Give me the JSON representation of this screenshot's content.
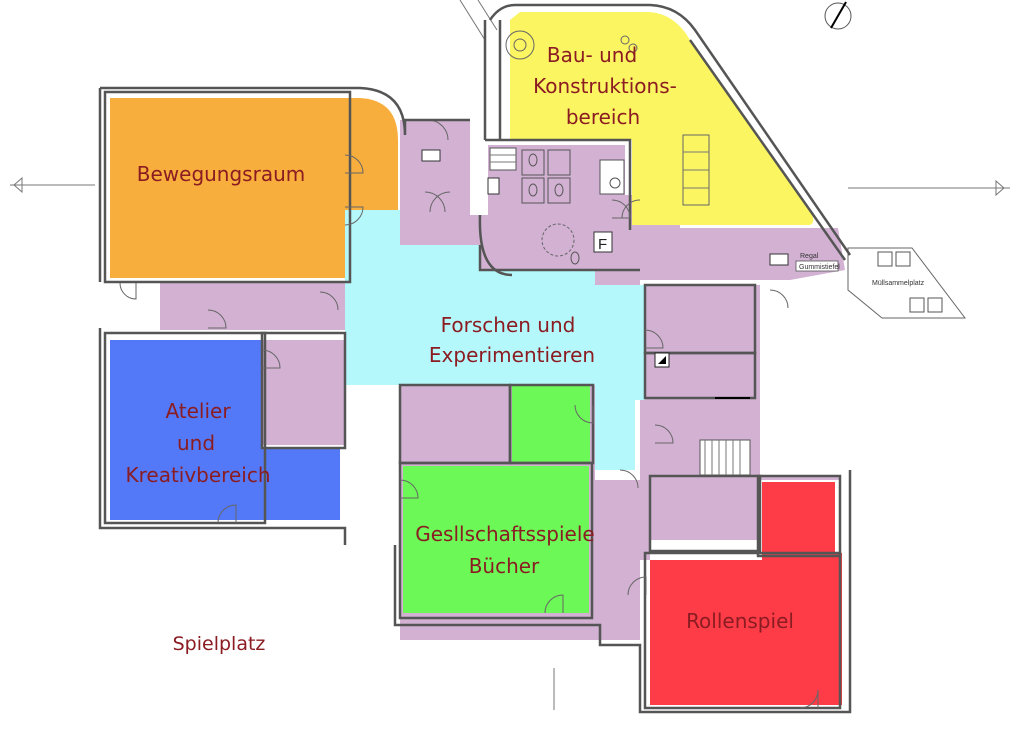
{
  "rooms": {
    "bewegungsraum": {
      "label": "Bewegungsraum",
      "color": "#f7ae3d"
    },
    "bau": {
      "label_lines": [
        "Bau- und",
        "Konstruktions-",
        "bereich"
      ],
      "color": "#fbf561"
    },
    "forschen": {
      "label_lines": [
        "Forschen und",
        "Experimentieren"
      ],
      "color": "#b5f8fb"
    },
    "atelier": {
      "label_lines": [
        "Atelier",
        "und",
        "Kreativbereich"
      ],
      "color": "#5379f8"
    },
    "gesellschaft": {
      "label_lines": [
        "Gesllschaftsspiele",
        "Bücher"
      ],
      "color": "#6cf857"
    },
    "rollenspiel": {
      "label": "Rollenspiel",
      "color": "#fd3c48"
    },
    "circulation": {
      "color": "#d2b1d3"
    }
  },
  "outside": {
    "spielplatz": "Spielplatz"
  },
  "small_labels": {
    "muell": "Müllsammelplatz",
    "regal": "Regal",
    "gummi": "Gummistiefel"
  },
  "symbols": {
    "fire": "F",
    "north": "north-arrow-icon"
  }
}
